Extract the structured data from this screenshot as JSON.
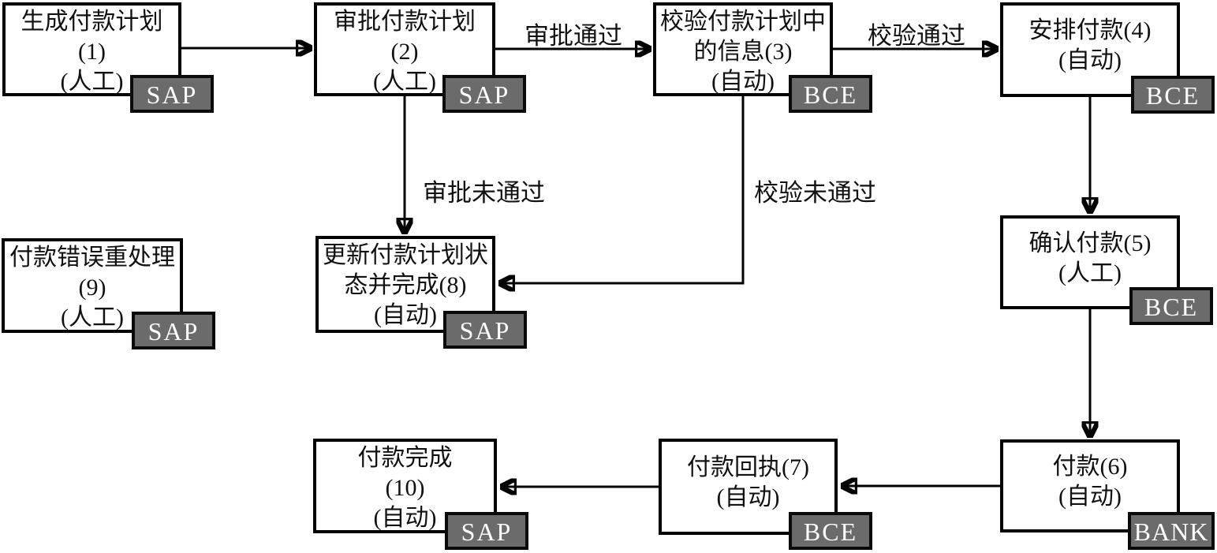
{
  "diagram": {
    "title": "payment-process-flowchart",
    "colors": {
      "line": "#000000",
      "box_bg": "#ffffff",
      "box_border": "#000000",
      "badge_fill": "#6b6b6b",
      "badge_text": "#ffffff",
      "page_bg": "#ffffff"
    },
    "nodes": [
      {
        "id": "1",
        "lines": [
          "生成付款计划",
          "(1)",
          "(人工)"
        ],
        "system": "SAP"
      },
      {
        "id": "2",
        "lines": [
          "审批付款计划",
          "(2)",
          "(人工)"
        ],
        "system": "SAP"
      },
      {
        "id": "3",
        "lines": [
          "校验付款计划中",
          "的信息(3)",
          "(自动)"
        ],
        "system": "BCE"
      },
      {
        "id": "4",
        "lines": [
          "安排付款(4)",
          "(自动)"
        ],
        "system": "BCE"
      },
      {
        "id": "5",
        "lines": [
          "确认付款(5)",
          "(人工)"
        ],
        "system": "BCE"
      },
      {
        "id": "6",
        "lines": [
          "付款(6)",
          "(自动)"
        ],
        "system": "BANK"
      },
      {
        "id": "7",
        "lines": [
          "付款回执(7)",
          "(自动)"
        ],
        "system": "BCE"
      },
      {
        "id": "8",
        "lines": [
          "更新付款计划状",
          "态并完成(8)",
          "(自动)"
        ],
        "system": "SAP"
      },
      {
        "id": "9",
        "lines": [
          "付款错误重处理",
          "(9)",
          "(人工)"
        ],
        "system": "SAP"
      },
      {
        "id": "10",
        "lines": [
          "付款完成",
          "(10)",
          "(自动)"
        ],
        "system": "SAP"
      }
    ],
    "edges": [
      {
        "from": "1",
        "to": "2",
        "label": ""
      },
      {
        "from": "2",
        "to": "3",
        "label": "审批通过"
      },
      {
        "from": "3",
        "to": "4",
        "label": "校验通过"
      },
      {
        "from": "2",
        "to": "8",
        "label": "审批未通过"
      },
      {
        "from": "3",
        "to": "8",
        "label": "校验未通过"
      },
      {
        "from": "4",
        "to": "5",
        "label": ""
      },
      {
        "from": "5",
        "to": "6",
        "label": ""
      },
      {
        "from": "6",
        "to": "7",
        "label": ""
      },
      {
        "from": "7",
        "to": "10",
        "label": ""
      }
    ]
  }
}
